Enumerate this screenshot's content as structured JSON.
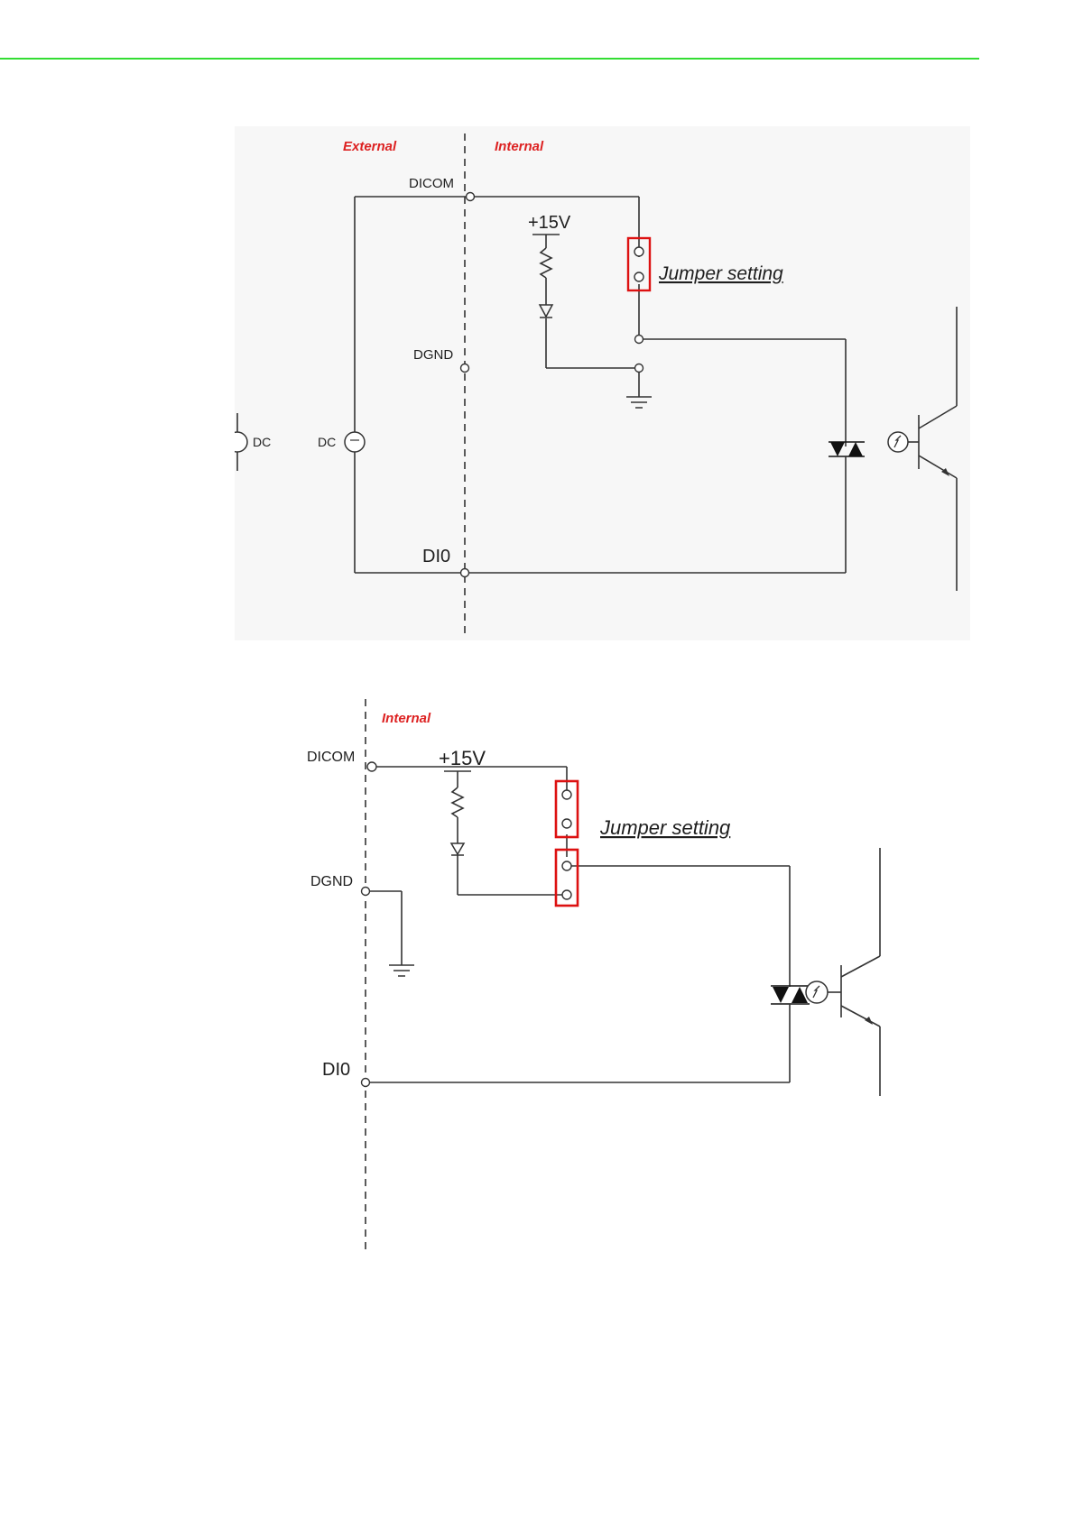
{
  "colors": {
    "header_rule": "#33dd33",
    "wire": "#333333",
    "zone_label": "#dd2222",
    "jumper_box": "#dd1111",
    "panel_bg": "#f7f7f7"
  },
  "figure_1": {
    "zone_external": "External",
    "zone_internal": "Internal",
    "pin_dicom": "DICOM",
    "pin_dgnd": "DGND",
    "pin_di0": "DI0",
    "supply": "+15V",
    "jumper_label": "Jumper setting",
    "dc_source_left": "DC",
    "dc_source_right": "DC"
  },
  "figure_2": {
    "zone_internal": "Internal",
    "pin_dicom": "DICOM",
    "pin_dgnd": "DGND",
    "pin_di0": "DI0",
    "supply": "+15V",
    "jumper_label": "Jumper setting"
  }
}
